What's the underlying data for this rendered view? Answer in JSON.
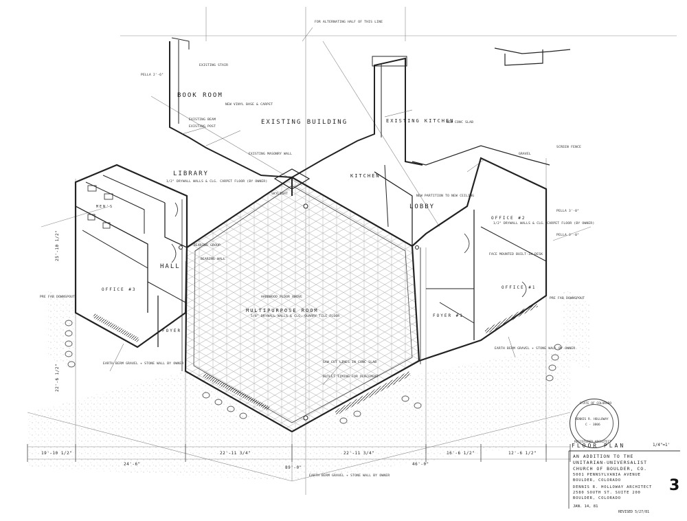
{
  "rooms": {
    "book_room": "BOOK ROOM",
    "existing_building": "EXISTING BUILDING",
    "existing_kitchen": "EXISTING KITCHEN",
    "library": "LIBRARY",
    "kitchen": "KITCHEN",
    "lobby": "LOBBY",
    "office_2": "OFFICE #2",
    "office_3": "OFFICE #3",
    "office_1": "OFFICE #1",
    "hall": "HALL",
    "foyer_1": "FOYER",
    "foyer_2": "FOYER #1",
    "multipurpose": "MULTIPURPOSE ROOM",
    "mens": "MEN'S"
  },
  "notes": {
    "alternating": "FOR ALTERNATING HALF OF THIS LINE",
    "existing_stair": "EXISTING STAIR",
    "new_vinyl": "NEW VINYL BASE & CARPET",
    "existing_masonry": "EXISTING MASONRY WALL",
    "existing_post": "EXISTING POST",
    "existing_beam": "EXISTING BEAM",
    "carpet_library": "1/2\" DRYWALL WALLS & CLG. CARPET FLOOR (BY OWNER)",
    "bearing_wall": "BEARING WALL",
    "bearing_group": "BEARING GROUP",
    "skylight": "SKYLIGHT",
    "hardwood": "HARDWOOD FLOOR ABOVE",
    "multipurpose_finish": "5/8\" DRYWALL WALLS & CLG. QUARRY TILE FLOOR",
    "earth_berm_left": "EARTH BERM GRAVEL + STONE WALL BY OWNER",
    "earth_berm_center": "EARTH BERM GRAVEL + STONE WALL BY OWNER",
    "earth_berm_right": "EARTH BERM GRAVEL + STONE WALL BY OWNER",
    "saw_cut": "SAW CUT LINES IN CONC SLAB",
    "outlet_timing": "OUTLET TIMING FOR PLACEMENT",
    "office_finish": "1/2\" DRYWALL WALLS & CLG. CARPET FLOOR (BY OWNER)",
    "fence": "SCREEN FENCE",
    "slab": "NEW CONC SLAB",
    "gravel": "GRAVEL",
    "face_mounted": "FACE MOUNTED BUILT-IN DESK",
    "downspout_left": "PRE FAB DOWNSPOUT",
    "downspout_right": "PRE FAB DOWNSPOUT",
    "new_partition": "NEW PARTITION TO NEW CEILING"
  },
  "dimensions": {
    "d1": "19'-10 1/2\"",
    "d2": "24'-6\"",
    "d3": "22'-11 3/4\"",
    "d4": "22'-11 3/4\"",
    "d5": "46'-0\"",
    "d6": "16'-6 1/2\"",
    "d7": "12'-6 1/2\"",
    "d8": "89'-0\"",
    "d9": "25'-10 1/2\"",
    "d10": "22'-6 1/2\"",
    "elev1": "PELLA 2'-6\"",
    "elev2": "PELLA 3'-0\"",
    "elev3": "PELLA 3'-0\""
  },
  "seal": {
    "top": "STATE OF COLORADO",
    "name": "DENNIS R. HOLLOWAY",
    "number": "C - 3806",
    "bottom": "REGISTERED ARCHITECT"
  },
  "title_block": {
    "title": "FLOOR PLAN",
    "scale": "1/4\"=1'",
    "line1": "AN ADDITION TO THE",
    "line2": "UNITARIAN-UNIVERSALIST",
    "line3": "CHURCH OF BOULDER, CO.",
    "line4": "5001 PENNSYLVANIA AVENUE",
    "line5": "BOULDER, COLORADO",
    "line6": "DENNIS R. HOLLOWAY ARCHITECT",
    "line7": "2580 SOUTH ST. SUITE 200",
    "line8": "BOULDER, COLORADO",
    "date": "JAN. 14, 81",
    "revised": "REVISED 5/27/81",
    "sheet": "3"
  }
}
